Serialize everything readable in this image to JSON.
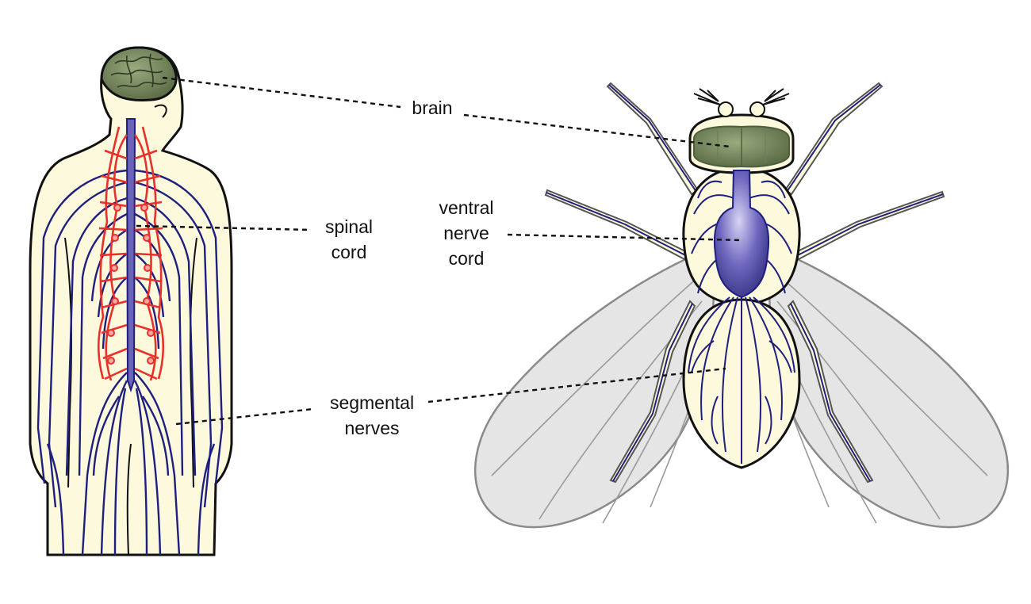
{
  "labels": {
    "brain": "brain",
    "spinal_cord": [
      "spinal",
      "cord"
    ],
    "ventral_nerve_cord": [
      "ventral",
      "nerve",
      "cord"
    ],
    "segmental_nerves": [
      "segmental",
      "nerves"
    ]
  },
  "colors": {
    "skin": "#fcf9dc",
    "outline": "#111111",
    "nerve": "#1f1f80",
    "brain": "#7d8f64",
    "brain_dark": "#4f5f3e",
    "spinal_nerves": "#e8312b",
    "cord_fly": "#6a63b8",
    "wing": "#dcdcdc",
    "wing_edge": "#8a8a8a"
  }
}
